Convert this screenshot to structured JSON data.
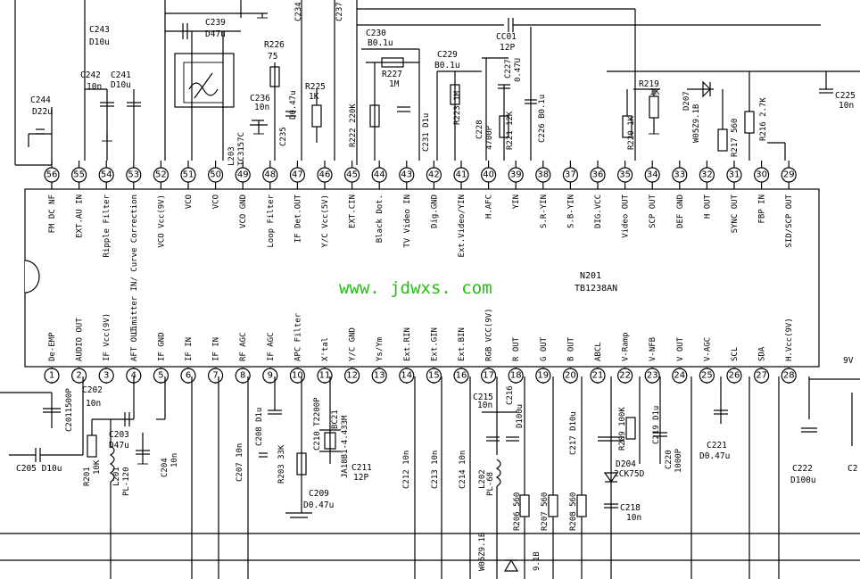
{
  "ic": {
    "ref": "N201",
    "part": "TB1238AN"
  },
  "watermark": "www. jdwxs. com",
  "top_pins": [
    {
      "num": "56",
      "label": "FM DC NF"
    },
    {
      "num": "55",
      "label": "EXT.AU IN"
    },
    {
      "num": "54",
      "label": "Ripple Filter"
    },
    {
      "num": "53",
      "label": "Limitter IN/ Curve Correction"
    },
    {
      "num": "52",
      "label": "VCO Vcc(9V)"
    },
    {
      "num": "51",
      "label": "VCO"
    },
    {
      "num": "50",
      "label": "VCO"
    },
    {
      "num": "49",
      "label": "VCO GND"
    },
    {
      "num": "48",
      "label": "Loop Filter"
    },
    {
      "num": "47",
      "label": "IF Det.OUT"
    },
    {
      "num": "46",
      "label": "Y/C Vcc(5V)"
    },
    {
      "num": "45",
      "label": "EXT.CIN"
    },
    {
      "num": "44",
      "label": "Black Dot."
    },
    {
      "num": "43",
      "label": "TV Video IN"
    },
    {
      "num": "42",
      "label": "Dig.GND"
    },
    {
      "num": "41",
      "label": "Ext.Video/YIN"
    },
    {
      "num": "40",
      "label": "H.AFC"
    },
    {
      "num": "39",
      "label": "YIN"
    },
    {
      "num": "38",
      "label": "S.R-YIN"
    },
    {
      "num": "37",
      "label": "S.B-YIN"
    },
    {
      "num": "36",
      "label": "DIG.VCC"
    },
    {
      "num": "35",
      "label": "Video OUT"
    },
    {
      "num": "34",
      "label": "SCP OUT"
    },
    {
      "num": "33",
      "label": "DEF GND"
    },
    {
      "num": "32",
      "label": "H OUT"
    },
    {
      "num": "31",
      "label": "SYNC OUT"
    },
    {
      "num": "30",
      "label": "FBP IN"
    },
    {
      "num": "29",
      "label": "SID/SCP OUT"
    }
  ],
  "bottom_pins": [
    {
      "num": "1",
      "label": "De-EMP"
    },
    {
      "num": "2",
      "label": "AUDIO OUT"
    },
    {
      "num": "3",
      "label": "IF Vcc(9V)"
    },
    {
      "num": "4",
      "label": "AFT OUT"
    },
    {
      "num": "5",
      "label": "IF GND"
    },
    {
      "num": "6",
      "label": "IF IN"
    },
    {
      "num": "7",
      "label": "IF IN"
    },
    {
      "num": "8",
      "label": "RF AGC"
    },
    {
      "num": "9",
      "label": "IF AGC"
    },
    {
      "num": "10",
      "label": "APC Filter"
    },
    {
      "num": "11",
      "label": "X'tal"
    },
    {
      "num": "12",
      "label": "Y/C GND"
    },
    {
      "num": "13",
      "label": "Ys/Ym"
    },
    {
      "num": "14",
      "label": "Ext.RIN"
    },
    {
      "num": "15",
      "label": "Ext.GIN"
    },
    {
      "num": "16",
      "label": "Ext.BIN"
    },
    {
      "num": "17",
      "label": "RGB VCC(9V)"
    },
    {
      "num": "18",
      "label": "R OUT"
    },
    {
      "num": "19",
      "label": "G OUT"
    },
    {
      "num": "20",
      "label": "B OUT"
    },
    {
      "num": "21",
      "label": "ABCL"
    },
    {
      "num": "22",
      "label": "V-Ramp"
    },
    {
      "num": "23",
      "label": "V-NFB"
    },
    {
      "num": "24",
      "label": "V OUT"
    },
    {
      "num": "25",
      "label": "V-AGC"
    },
    {
      "num": "26",
      "label": "SCL"
    },
    {
      "num": "27",
      "label": "SDA"
    },
    {
      "num": "28",
      "label": "H.Vcc(9V)"
    }
  ],
  "labels": {
    "c243": "C243",
    "c243v": "D10u",
    "c242": "C242",
    "c242v": "10n",
    "c241": "C241",
    "c241v": "D10u",
    "c244": "C244",
    "c244v": "D22u",
    "c239": "C239",
    "c239v": "D47u",
    "l203": "L203",
    "l203v": "TC3157C",
    "r226": "R226",
    "r226v": "75",
    "c236": "C236",
    "c236v": "10n",
    "c235": "C235",
    "c235v": "D0.47u",
    "r225": "R225",
    "r225v": "1K",
    "r222": "R222 220K",
    "c234": "C234",
    "c237": "C237",
    "c230": "C230",
    "c230v": "B0.1u",
    "r227": "R227",
    "r227v": "1M",
    "c231": "C231 D1u",
    "c229": "C229",
    "c229v": "B0.1u",
    "r223": "R223 1M",
    "c228": "C228",
    "c228v": "4700P",
    "c227": "C227",
    "c227v": "0.47U",
    "r221": "R221 12K",
    "c226": "C226 B0.1u",
    "cc01": "CC01",
    "cc01v": "12P",
    "r220": "R220 1K",
    "r219": "R219",
    "r219v": "1K",
    "d207": "D207",
    "d207v": "W05Z9.1B",
    "r217": "R217 560",
    "r216": "R216 2.7K",
    "c225": "C225",
    "c225v": "10n",
    "c2011": "C2011500P",
    "c202": "C202",
    "c202v": "10n",
    "c203": "C203",
    "c203v": "D47u",
    "c205": "C205 D10u",
    "r201": "R201",
    "r201v": "10K",
    "l201": "L201",
    "l201v": "PL-120",
    "c204": "C204",
    "c204v": "10n",
    "c207": "C207 10n",
    "c208": "C208 D1u",
    "r203": "R203 33K",
    "c210": "C210 T2200P",
    "bc21": "BC21",
    "bc21v": "JA18B1-4.433M",
    "c211": "C211",
    "c211v": "12P",
    "c209": "C209",
    "c209v": "D0.47u",
    "c212": "C212 10n",
    "c213": "C213 10n",
    "c214": "C214 10n",
    "c215": "C215",
    "c215v": "10n",
    "c216": "C216",
    "c216v": "D100u",
    "l202": "L202",
    "l202v": "PL-68",
    "d206": "W05Z9.1B",
    "r206": "R206 560",
    "r207": "R207 560",
    "r208": "R208 560",
    "c217": "C217 D10u",
    "r209": "R209 100K",
    "c219": "C219 D1u",
    "c220": "C220",
    "c220v": "1000P",
    "d204": "D204",
    "d204v": "2CK75D",
    "c218": "C218",
    "c218v": "10n",
    "c221": "C221",
    "c221v": "D0.47u",
    "c222": "C222",
    "c222v": "D100u",
    "c2x": "C2",
    "v9": "9V",
    "d9": "9.1B"
  }
}
